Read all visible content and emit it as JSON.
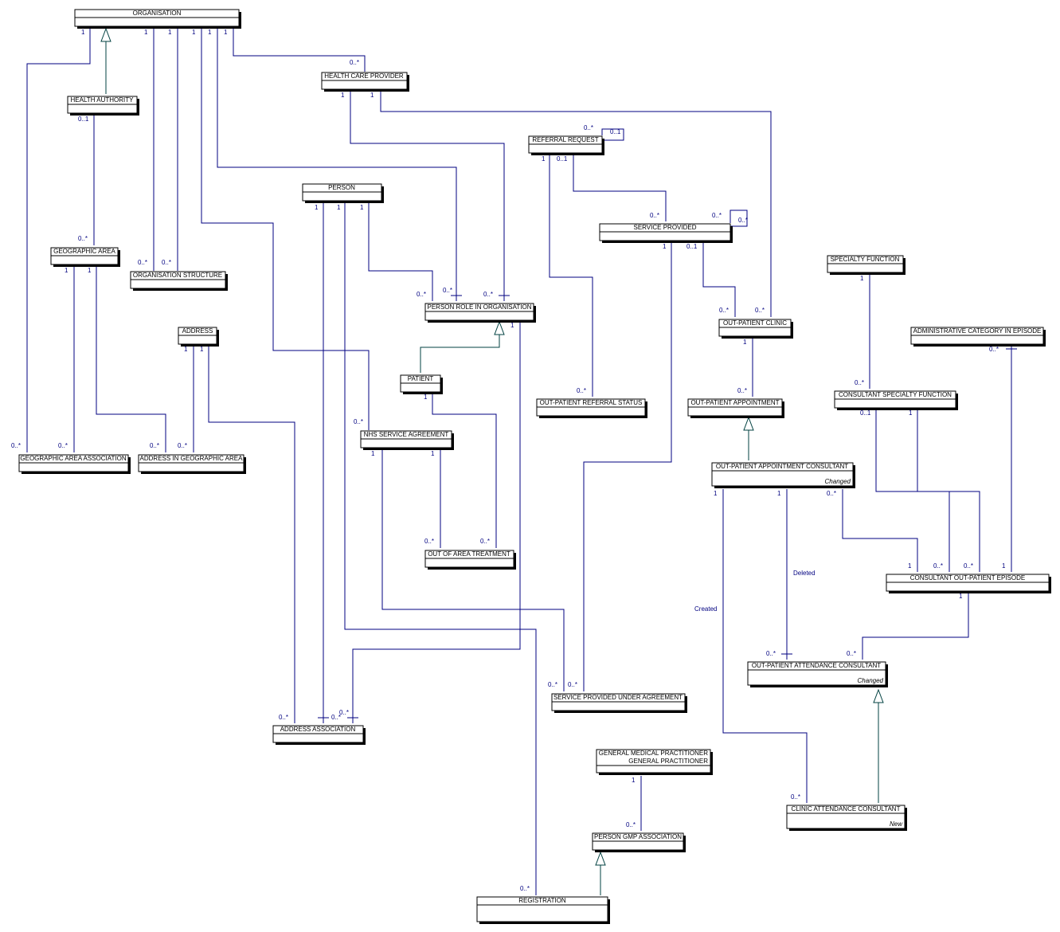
{
  "entities": {
    "organisation": "ORGANISATION",
    "health_care_provider": "HEALTH CARE PROVIDER",
    "health_authority": "HEALTH AUTHORITY",
    "referral_request": "REFERRAL REQUEST",
    "person": "PERSON",
    "service_provided": "SERVICE PROVIDED",
    "geographic_area": "GEOGRAPHIC AREA",
    "organisation_structure": "ORGANISATION STRUCTURE",
    "specialty_function": "SPECIALTY FUNCTION",
    "person_role_in_organisation": "PERSON ROLE IN ORGANISATION",
    "out_patient_clinic": "OUT-PATIENT CLINIC",
    "address": "ADDRESS",
    "administrative_category_in_episode": "ADMINISTRATIVE CATEGORY IN EPISODE",
    "patient": "PATIENT",
    "consultant_specialty_function": "CONSULTANT SPECIALTY FUNCTION",
    "out_patient_referral_status": "OUT-PATIENT REFERRAL STATUS",
    "out_patient_appointment": "OUT-PATIENT APPOINTMENT",
    "nhs_service_agreement": "NHS SERVICE AGREEMENT",
    "geographic_area_association": "GEOGRAPHIC AREA ASSOCIATION",
    "address_in_geographic_area": "ADDRESS IN GEOGRAPHIC AREA",
    "out_patient_appointment_consultant": "OUT-PATIENT APPOINTMENT CONSULTANT",
    "out_patient_appointment_consultant_sub": "Changed",
    "out_of_area_treatment": "OUT OF AREA TREATMENT",
    "consultant_out_patient_episode": "CONSULTANT OUT-PATIENT EPISODE",
    "out_patient_attendance_consultant": "OUT-PATIENT ATTENDANCE CONSULTANT",
    "out_patient_attendance_consultant_sub": "Changed",
    "service_provided_under_agreement": "SERVICE PROVIDED UNDER AGREEMENT",
    "address_association": "ADDRESS ASSOCIATION",
    "general_medical_practitioner_line1": "GENERAL MEDICAL PRACTITIONER",
    "general_medical_practitioner_line2": "GENERAL PRACTITIONER",
    "clinic_attendance_consultant": "CLINIC ATTENDANCE CONSULTANT",
    "clinic_attendance_consultant_sub": "New",
    "person_gmp_association": "PERSON GMP ASSOCIATION",
    "registration": "REGISTRATION"
  },
  "roles": {
    "deleted": "Deleted",
    "created": "Created"
  },
  "multiplicities": {
    "one": "1",
    "zero_or_one": "0..1",
    "zero_or_many": "0..*"
  }
}
